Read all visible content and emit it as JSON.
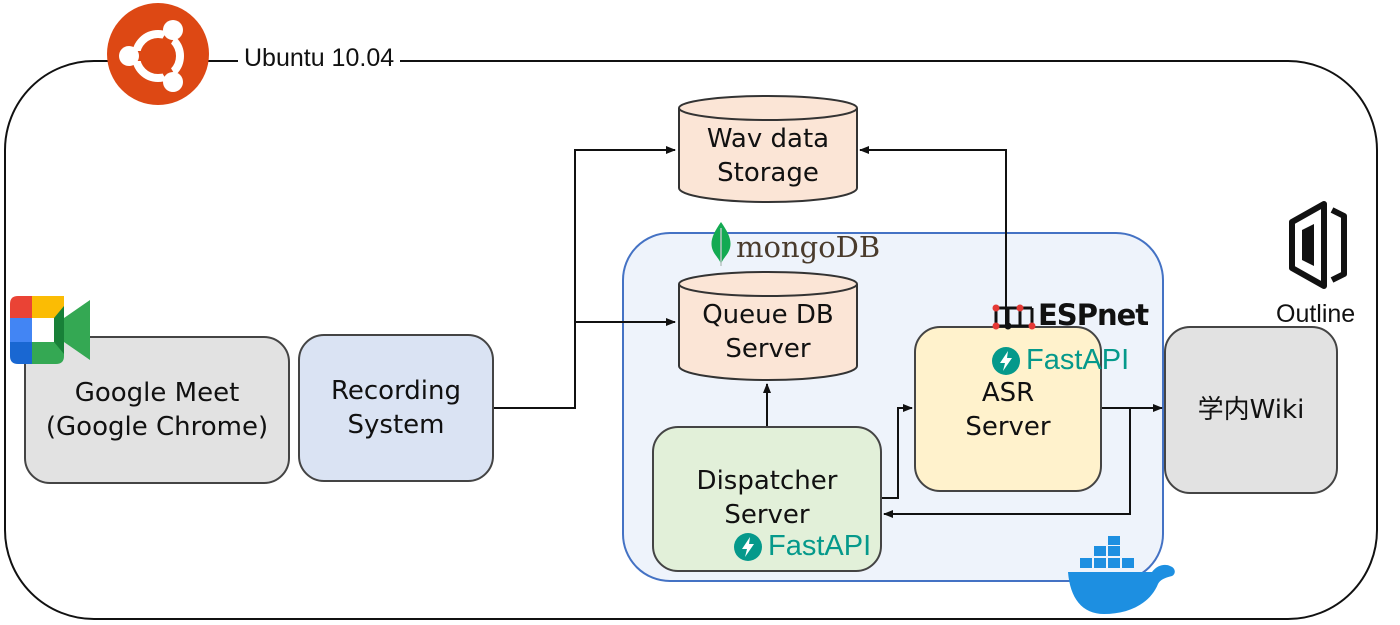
{
  "environment": {
    "os_label": "Ubuntu 10.04"
  },
  "nodes": {
    "google_meet": {
      "line1": "Google Meet",
      "line2": "(Google Chrome)"
    },
    "recording": {
      "line1": "Recording",
      "line2": "System"
    },
    "wav_storage": {
      "line1": "Wav data",
      "line2": "Storage"
    },
    "queue_db": {
      "line1": "Queue DB",
      "line2": "Server"
    },
    "dispatcher": {
      "line1": "Dispatcher",
      "line2": "Server"
    },
    "asr": {
      "line1": "ASR",
      "line2": "Server"
    },
    "wiki": {
      "label": "学内Wiki"
    }
  },
  "logos": {
    "mongodb": "mongoDB",
    "espnet": "ESPnet",
    "fastapi": "FastAPI",
    "outline": "Outline"
  },
  "colors": {
    "ubuntu_orange": "#dd4814",
    "container_border": "#4472c4",
    "fastapi_teal": "#05998b",
    "docker_blue": "#1d8fe1",
    "mongodb_green": "#13aa52"
  },
  "icons": [
    "ubuntu-logo-icon",
    "google-meet-icon",
    "mongodb-leaf-icon",
    "espnet-icon",
    "fastapi-bolt-icon",
    "outline-icon",
    "docker-whale-icon"
  ]
}
